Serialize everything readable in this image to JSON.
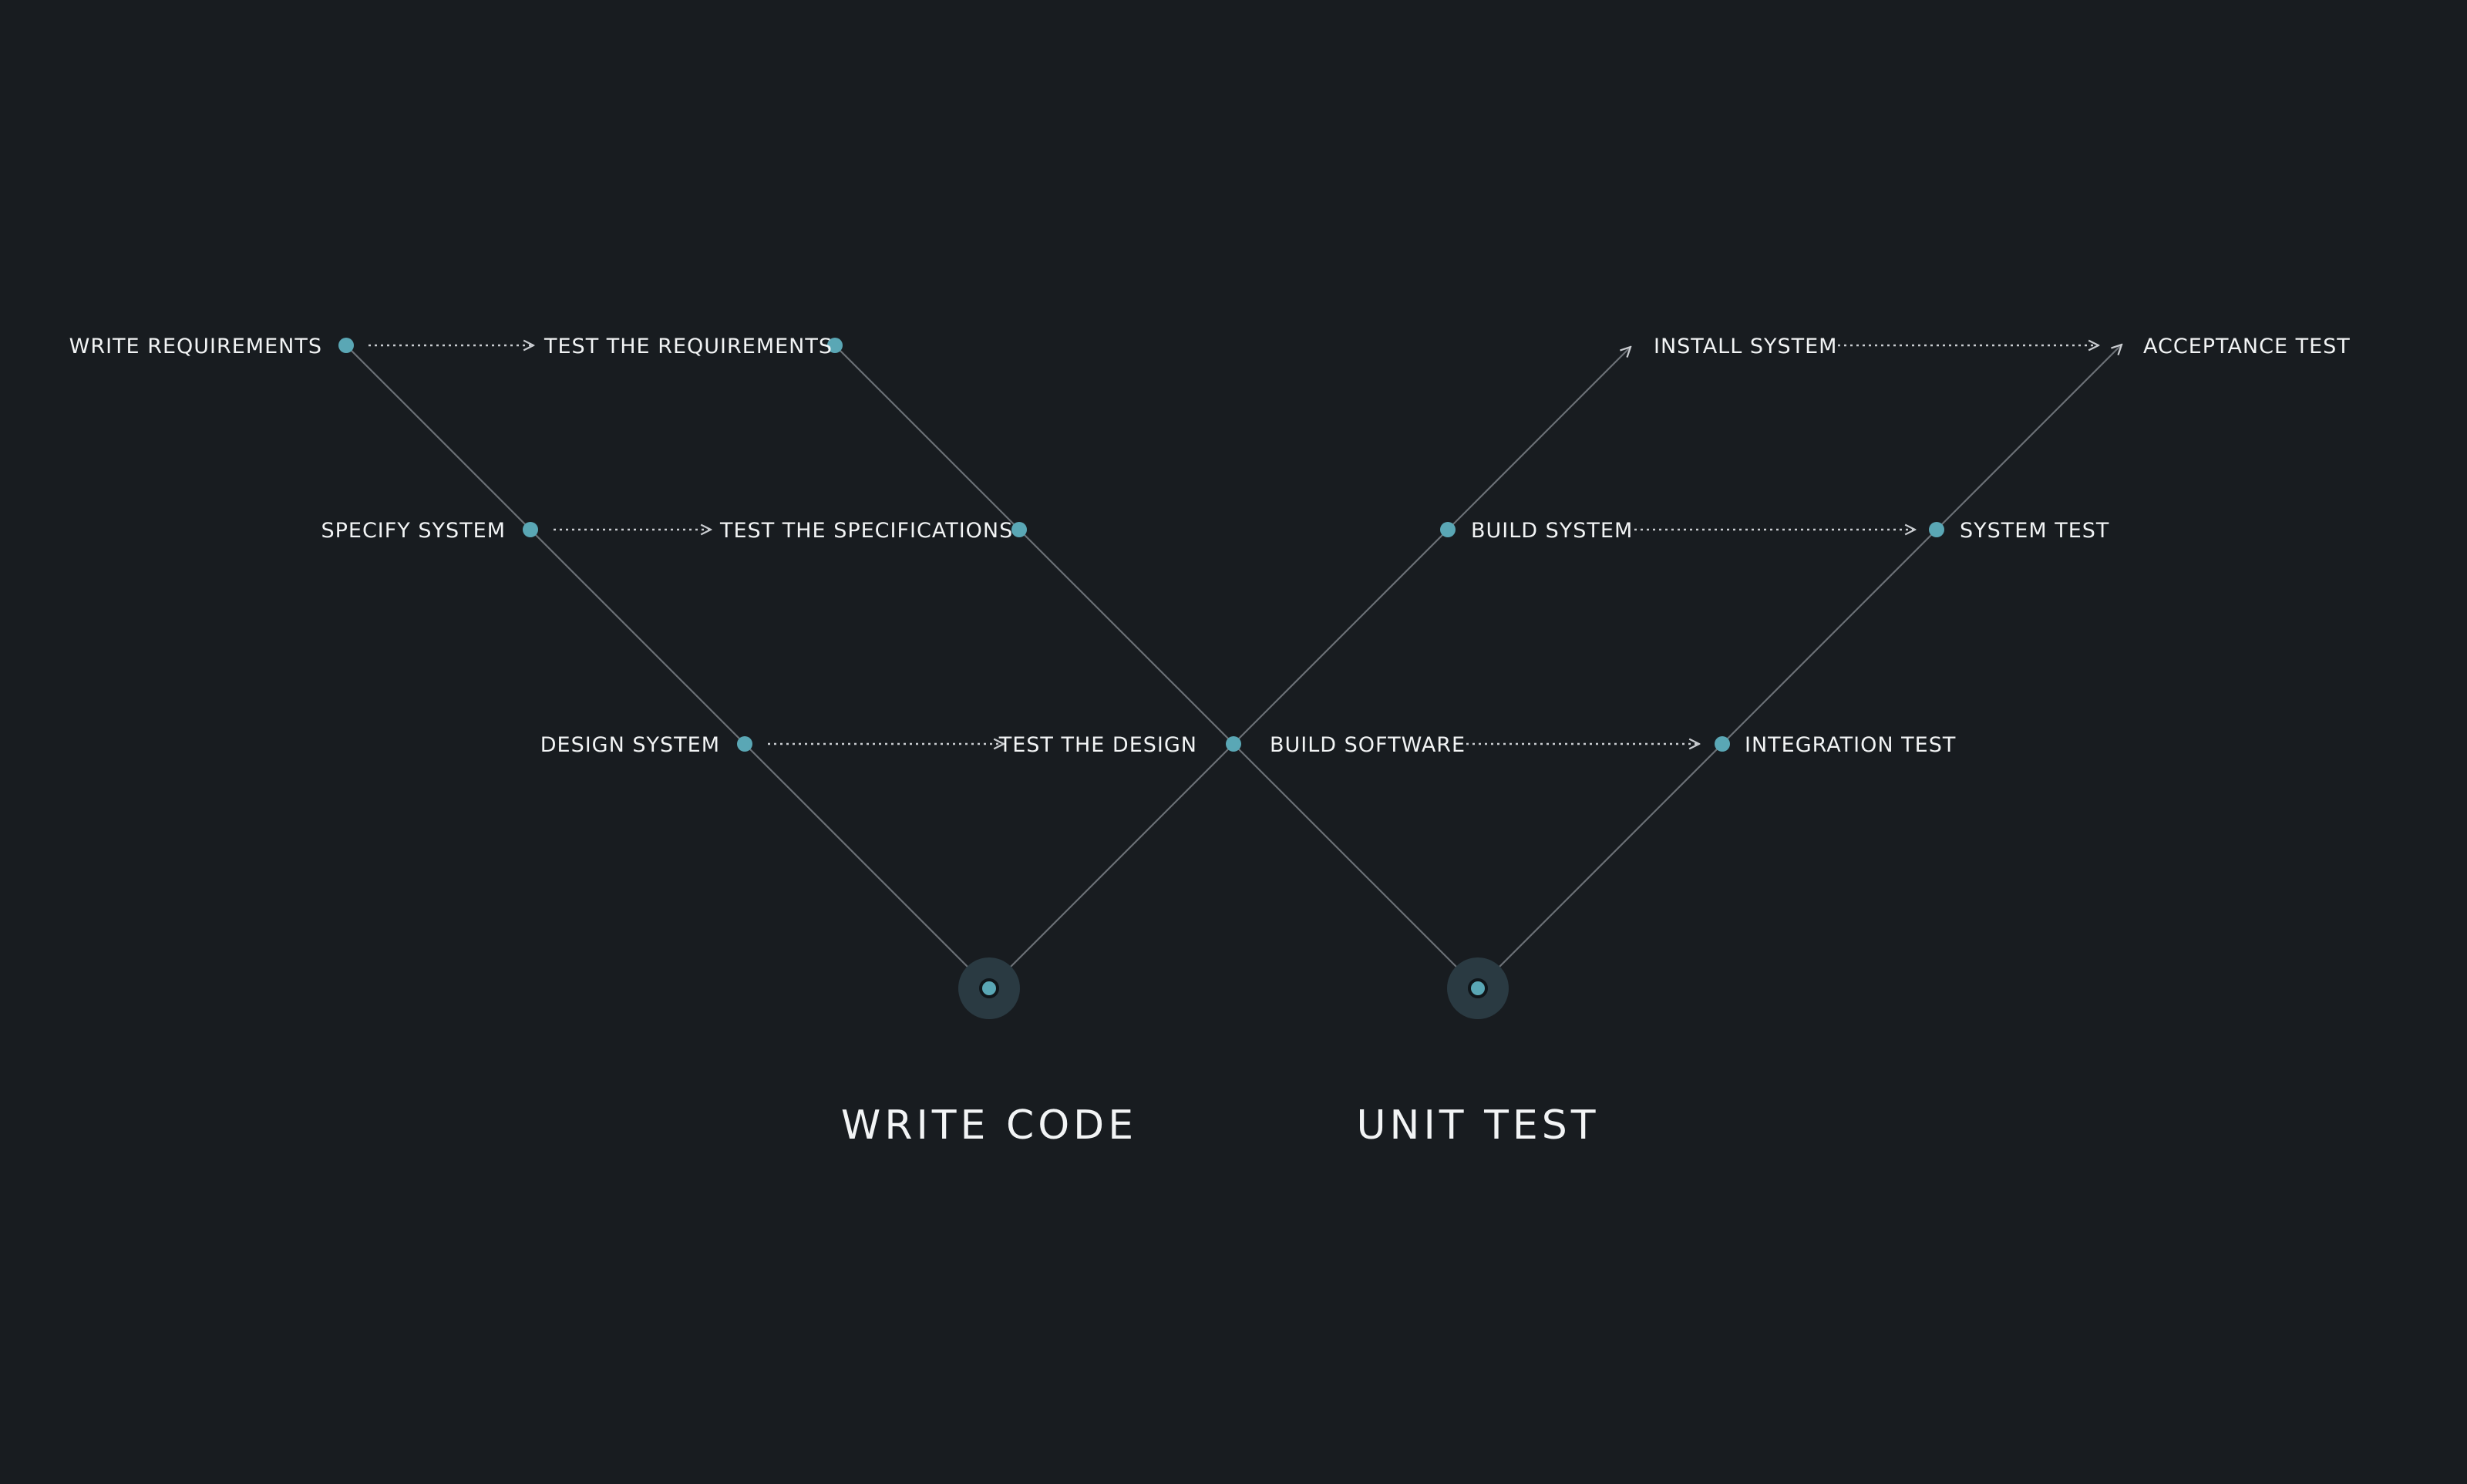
{
  "colors": {
    "background": "#181c20",
    "line": "#6b7076",
    "node": "#5aa7b5",
    "halo": "#2a3a42",
    "label": "#f2f4f5",
    "arrow": "#c9ccd0"
  },
  "diagram": {
    "labels": {
      "write_requirements": "WRITE REQUIREMENTS",
      "test_requirements": "TEST THE REQUIREMENTS",
      "specify_system": "SPECIFY SYSTEM",
      "test_specifications": "TEST THE SPECIFICATIONS",
      "design_system": "DESIGN SYSTEM",
      "test_design": "TEST THE DESIGN",
      "build_software": "BUILD SOFTWARE",
      "integration_test": "INTEGRATION TEST",
      "build_system": "BUILD SYSTEM",
      "system_test": "SYSTEM TEST",
      "install_system": "INSTALL SYSTEM",
      "acceptance_test": "ACCEPTANCE TEST"
    },
    "bottom": {
      "write_code": "WRITE CODE",
      "unit_test": "UNIT TEST"
    }
  }
}
